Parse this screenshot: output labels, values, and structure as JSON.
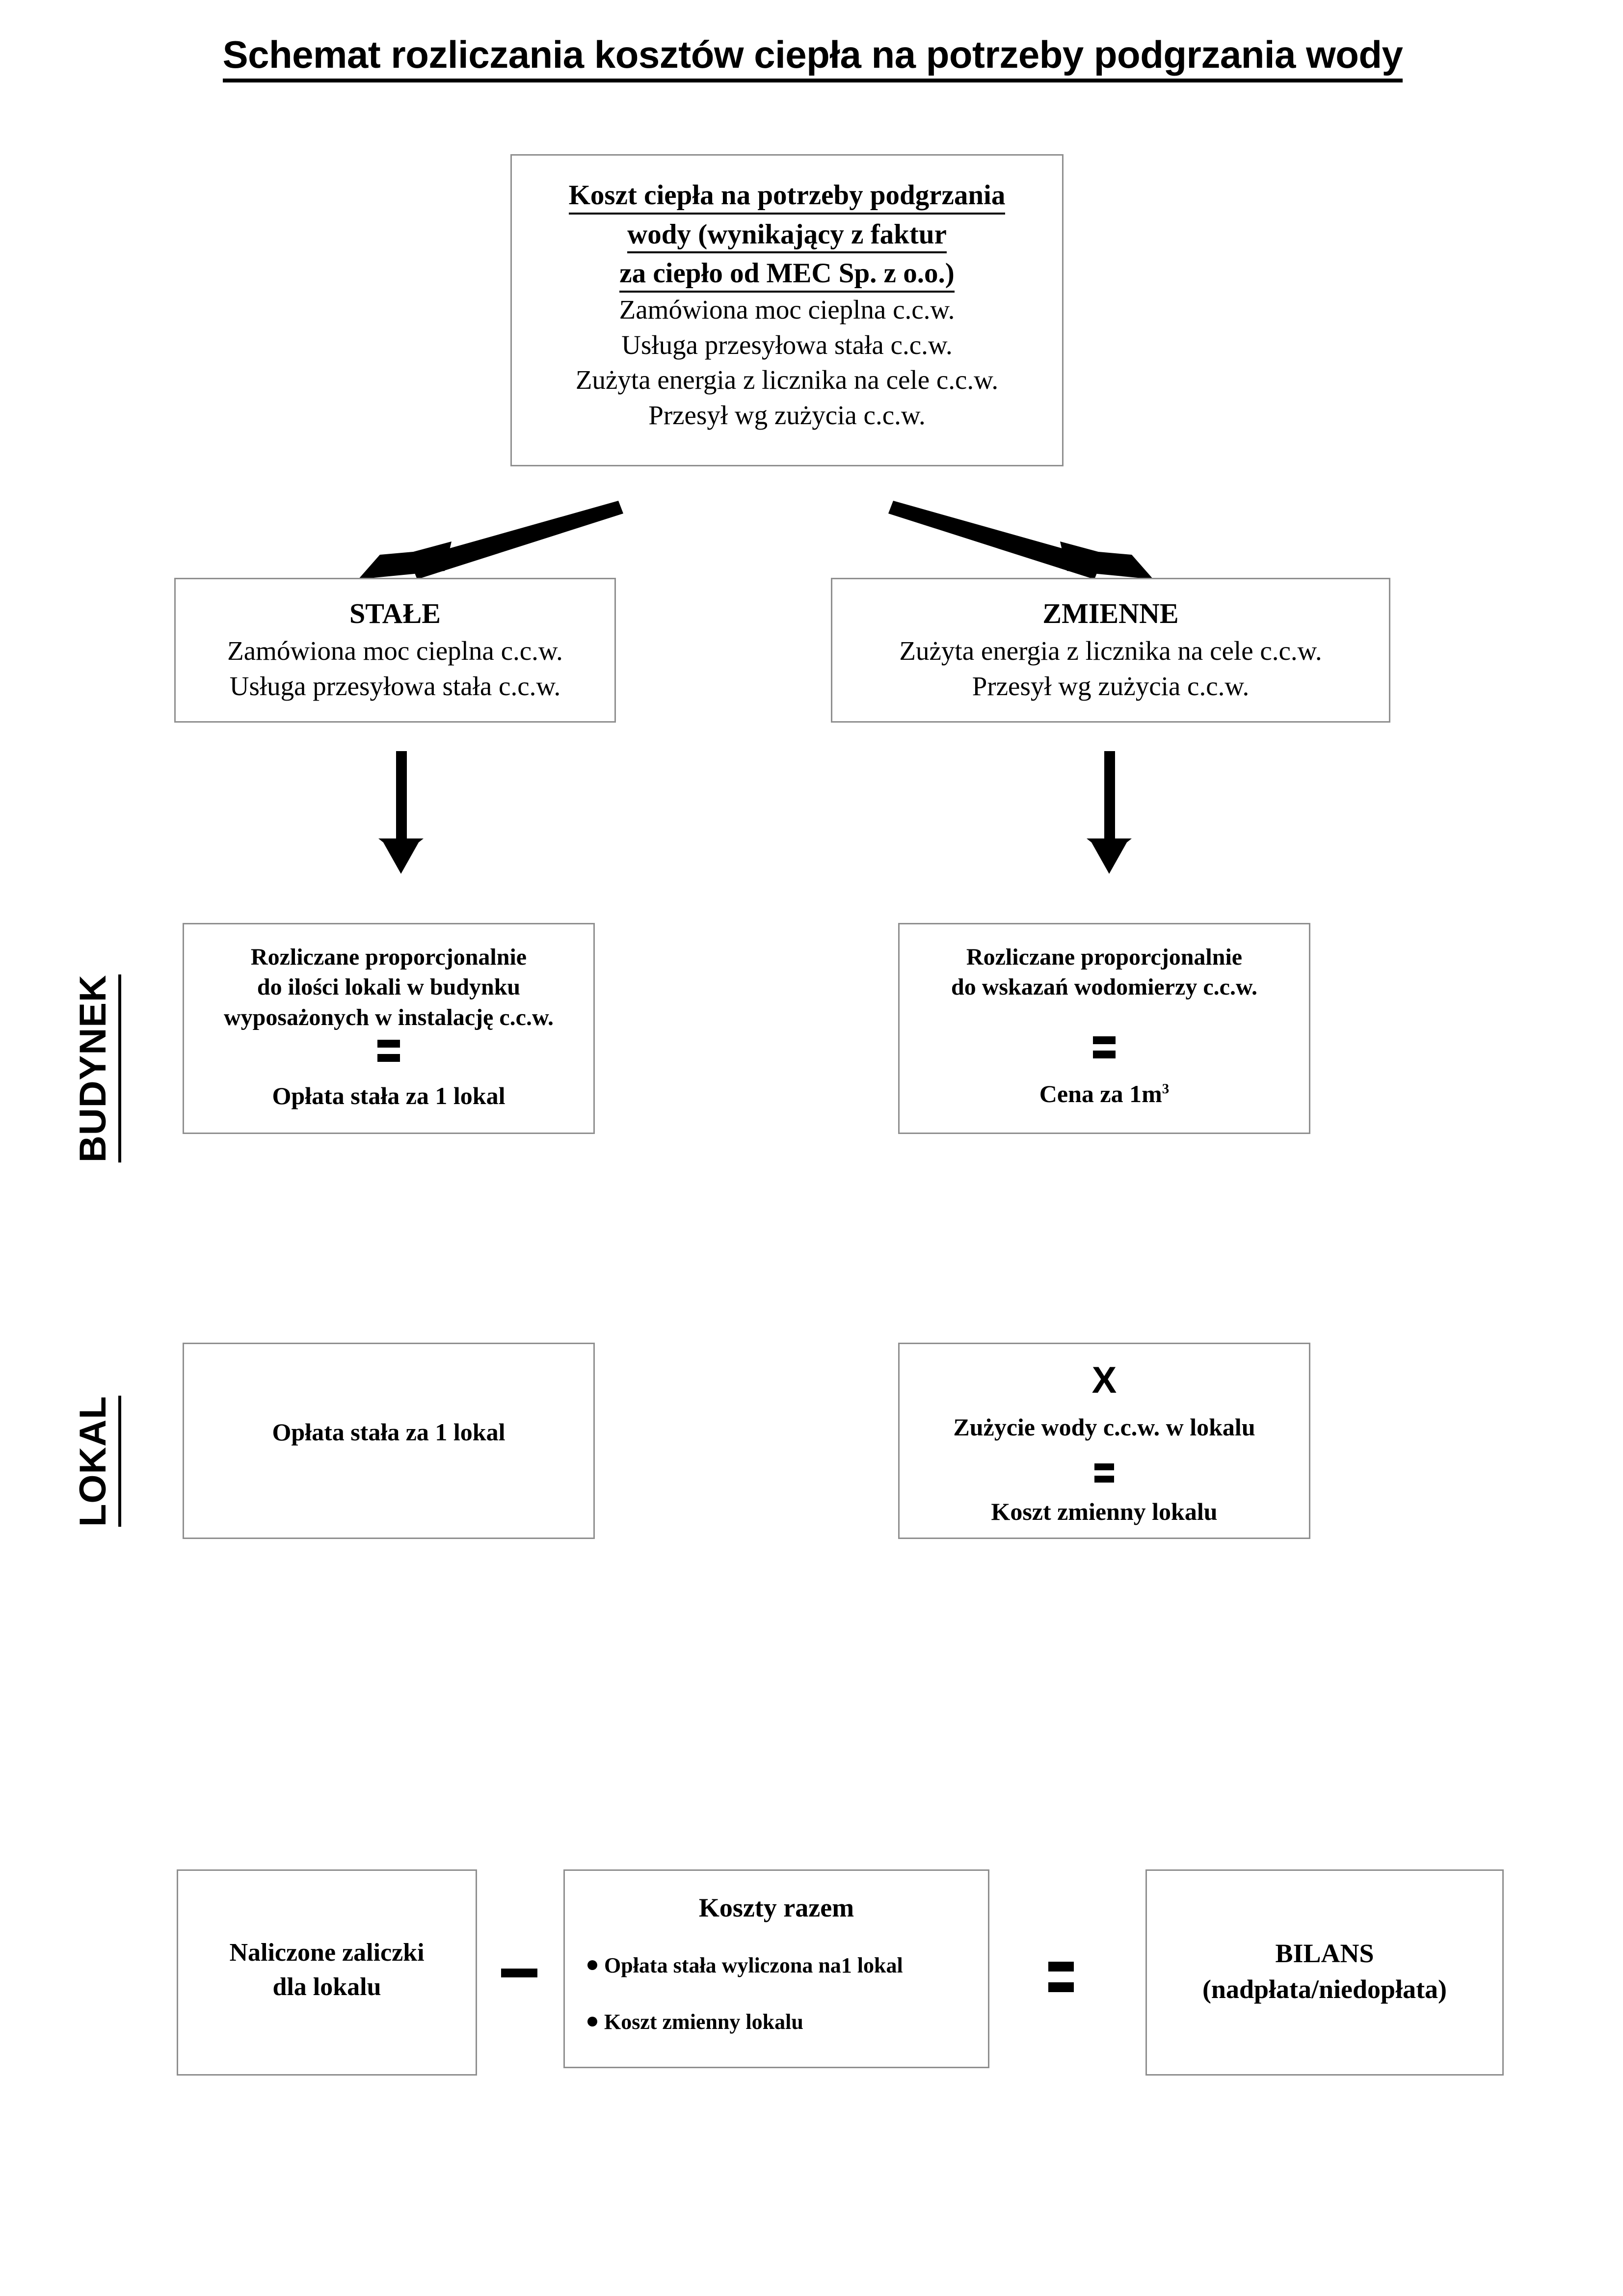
{
  "title": "Schemat rozliczania kosztów ciepła na potrzeby podgrzania wody",
  "source_box": {
    "heading_line1": "Koszt ciepła na potrzeby podgrzania",
    "heading_line2": "wody (wynikający z faktur",
    "heading_line3": " za ciepło od MEC Sp. z o.o.)",
    "items": [
      "Zamówiona moc cieplna c.c.w.",
      "Usługa przesyłowa stała c.c.w.",
      "Zużyta energia z licznika na cele c.c.w.",
      "Przesył wg zużycia c.c.w."
    ]
  },
  "fixed_box": {
    "heading": "STAŁE",
    "items": [
      "Zamówiona moc cieplna c.c.w.",
      "Usługa przesyłowa stała c.c.w."
    ]
  },
  "variable_box": {
    "heading": "ZMIENNE",
    "items": [
      "Zużyta energia z licznika na cele c.c.w.",
      "Przesył wg zużycia c.c.w."
    ]
  },
  "side_labels": {
    "building": "BUDYNEK",
    "unit": "LOKAL"
  },
  "building_fixed_box": {
    "line1": "Rozliczane proporcjonalnie",
    "line2": "do ilości lokali w budynku",
    "line3": "wyposażonych w instalację c.c.w.",
    "operator": "=",
    "result": "Opłata stała za 1 lokal"
  },
  "building_variable_box": {
    "line1": "Rozliczane proporcjonalnie",
    "line2": "do wskazań wodomierzy c.c.w.",
    "operator": "=",
    "result_prefix": "Cena za 1m",
    "result_exponent": "3"
  },
  "unit_fixed_box": {
    "text": "Opłata stała za 1 lokal"
  },
  "unit_variable_box": {
    "multiply": "X",
    "line1": "Zużycie wody c.c.w. w lokalu",
    "operator": "=",
    "result": "Koszt zmienny lokalu"
  },
  "balance_row": {
    "advances_line1": "Naliczone zaliczki",
    "advances_line2": "dla lokalu",
    "minus_operator": "−",
    "totals_heading": "Koszty razem",
    "totals_items": [
      "Opłata stała wyliczona na1 lokal",
      "Koszt zmienny lokalu"
    ],
    "equals_operator": "=",
    "balance_line1": "BILANS",
    "balance_line2": "(nadpłata/niedopłata)"
  },
  "colors": {
    "box_border": "#8f8f8f",
    "text": "#000000",
    "background": "#ffffff",
    "arrow": "#000000"
  }
}
